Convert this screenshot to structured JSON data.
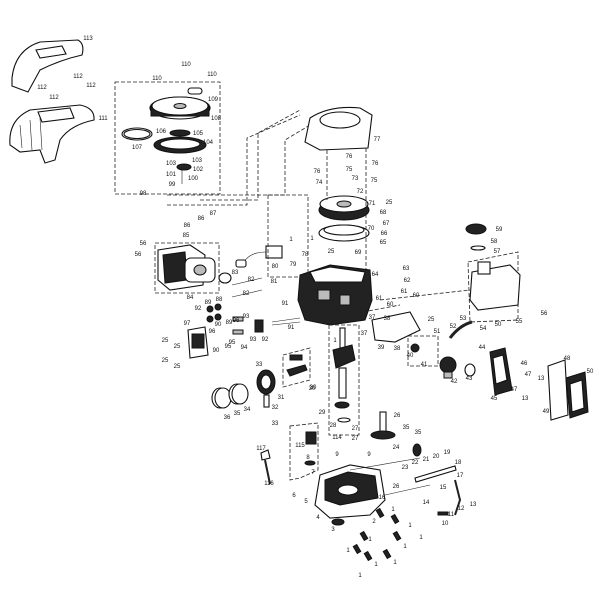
{
  "diagram": {
    "type": "exploded parts diagram",
    "line_color": "#111111",
    "background": "#ffffff",
    "part_labels": [
      "113",
      "112",
      "112",
      "112",
      "112",
      "111",
      "110",
      "110",
      "110",
      "109",
      "108",
      "106",
      "105",
      "104",
      "107",
      "103",
      "103",
      "102",
      "101",
      "100",
      "99",
      "98",
      "87",
      "86",
      "86",
      "85",
      "56",
      "56",
      "83",
      "82",
      "82",
      "81",
      "80",
      "79",
      "1",
      "84",
      "77",
      "76",
      "76",
      "76",
      "75",
      "74",
      "73",
      "75",
      "72",
      "71",
      "25",
      "68",
      "67",
      "70",
      "66",
      "65",
      "1",
      "25",
      "78",
      "69",
      "64",
      "63",
      "62",
      "61",
      "60",
      "61",
      "60",
      "59",
      "58",
      "57",
      "56",
      "55",
      "50",
      "37",
      "38",
      "25",
      "37",
      "53",
      "52",
      "54",
      "51",
      "39",
      "38",
      "40",
      "41",
      "44",
      "42",
      "43",
      "45",
      "46",
      "47",
      "47",
      "13",
      "13",
      "48",
      "50",
      "49",
      "30",
      "92",
      "89",
      "88",
      "90",
      "89",
      "91",
      "91",
      "96",
      "93",
      "97",
      "96",
      "95",
      "93",
      "92",
      "94",
      "90",
      "95",
      "25",
      "25",
      "25",
      "25",
      "33",
      "30",
      "31",
      "32",
      "36",
      "35",
      "34",
      "33",
      "29",
      "28",
      "1",
      "27",
      "27",
      "117",
      "115",
      "114",
      "8",
      "9",
      "7",
      "9",
      "116",
      "6",
      "5",
      "4",
      "3",
      "2",
      "1",
      "1",
      "1",
      "1",
      "1",
      "26",
      "35",
      "35",
      "24",
      "23",
      "22",
      "21",
      "20",
      "19",
      "18",
      "17",
      "15",
      "14",
      "16",
      "13",
      "12",
      "11",
      "10",
      "1",
      "1",
      "1",
      "1",
      "26"
    ]
  }
}
